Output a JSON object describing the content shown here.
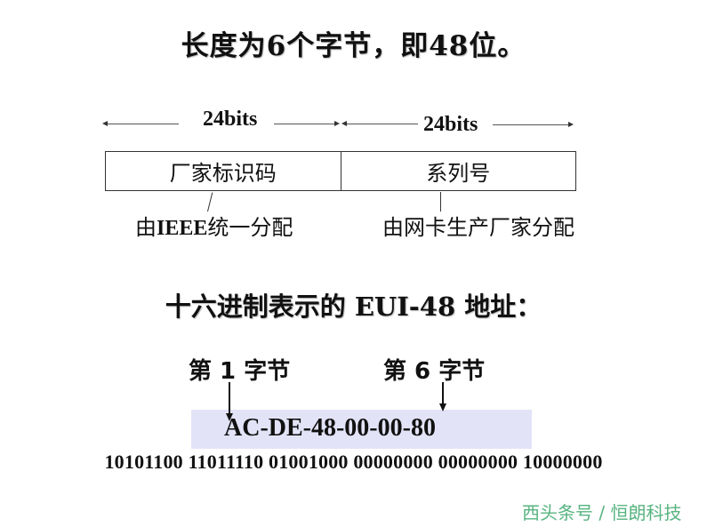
{
  "title": "长度为6个字节，即48位。",
  "layout": {
    "segments": [
      {
        "bits_label": "24bits",
        "field_label": "厂家标识码",
        "note_prefix": "由",
        "note_bold": "IEEE",
        "note_suffix": "统一分配"
      },
      {
        "bits_label": "24bits",
        "field_label": "系列号",
        "note": "由网卡生产厂家分配"
      }
    ]
  },
  "hex_section": {
    "subtitle": "十六进制表示的 EUI-48 地址：",
    "first_byte_label": "第 1 字节",
    "last_byte_label": "第 6 字节",
    "hex_address": "AC-DE-48-00-00-80",
    "binary": "10101100 11011110 01001000 00000000 00000000 10000000",
    "hex_box_color": "#e3e3f8"
  },
  "watermark": "西头条号 / 恒朗科技"
}
